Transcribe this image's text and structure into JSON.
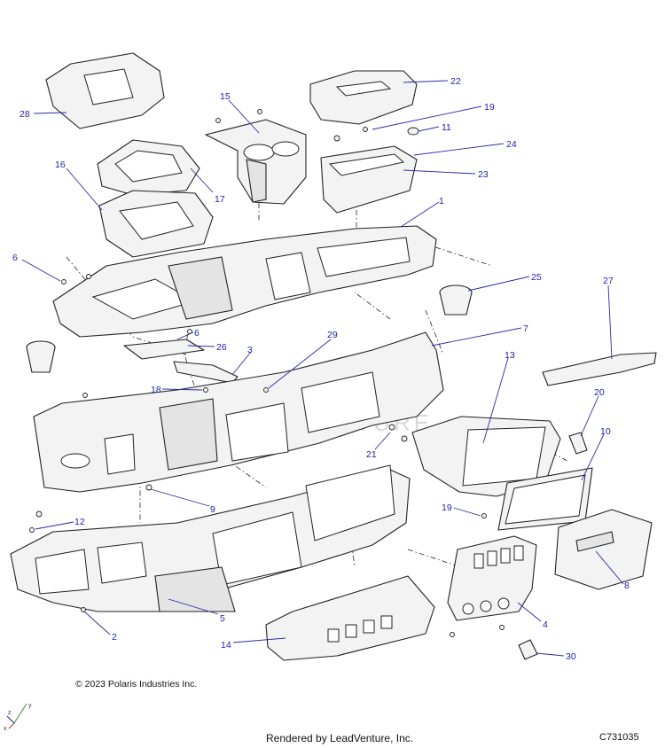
{
  "callouts": {
    "c28": "28",
    "c22": "22",
    "c15": "15",
    "c19a": "19",
    "c11": "11",
    "c24": "24",
    "c16": "16",
    "c17": "17",
    "c23": "23",
    "c1": "1",
    "c6a": "6",
    "c25": "25",
    "c27": "27",
    "c6b": "6",
    "c26": "26",
    "c3": "3",
    "c29": "29",
    "c7": "7",
    "c13": "13",
    "c18": "18",
    "c20": "20",
    "c10": "10",
    "c21": "21",
    "c9": "9",
    "c19b": "19",
    "c12": "12",
    "c8": "8",
    "c5": "5",
    "c4": "4",
    "c2": "2",
    "c14": "14",
    "c30": "30"
  },
  "watermark": "LEADVENTURE",
  "copyright": "© 2023 Polaris Industries Inc.",
  "rendered_by": "Rendered by LeadVenture, Inc.",
  "diagram_code": "C731035",
  "axis_labels": {
    "z": "z",
    "y": "y",
    "x": "x"
  },
  "colors": {
    "callout": "#1c1cb4",
    "leader": "#2a2aa8",
    "line": "#222222"
  }
}
